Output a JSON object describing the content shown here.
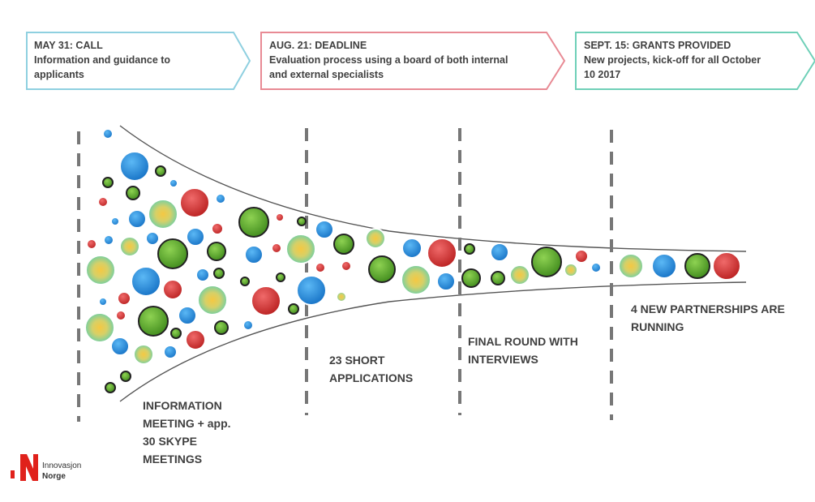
{
  "phases": [
    {
      "title": "MAY 31: CALL",
      "lines": [
        "Information and guidance to",
        "applicants"
      ],
      "border": "#8fd0e0"
    },
    {
      "title": "AUG. 21: DEADLINE",
      "lines": [
        "Evaluation process using a board of both internal",
        "and external specialists"
      ],
      "border": "#e88a94"
    },
    {
      "title": "SEPT. 15: GRANTS PROVIDED",
      "lines": [
        "New projects, kick-off for all October",
        "10 2017"
      ],
      "border": "#6fd0b8"
    }
  ],
  "stages": [
    {
      "lines": [
        "INFORMATION",
        "MEETING + app.",
        "30 SKYPE",
        "MEETINGS"
      ]
    },
    {
      "lines": [
        "23 SHORT",
        "APPLICATIONS"
      ]
    },
    {
      "lines": [
        "FINAL ROUND WITH",
        "INTERVIEWS"
      ]
    },
    {
      "lines": [
        "4 NEW PARTNERSHIPS ARE",
        "RUNNING"
      ]
    }
  ],
  "logo": {
    "line1": "Innovasjon",
    "line2": "Norge",
    "color": "#e0211b"
  },
  "colors": {
    "blue": "#1f88d6",
    "green": "#5fae2e",
    "red": "#d62f2f",
    "teal": "#7dd7b4"
  }
}
